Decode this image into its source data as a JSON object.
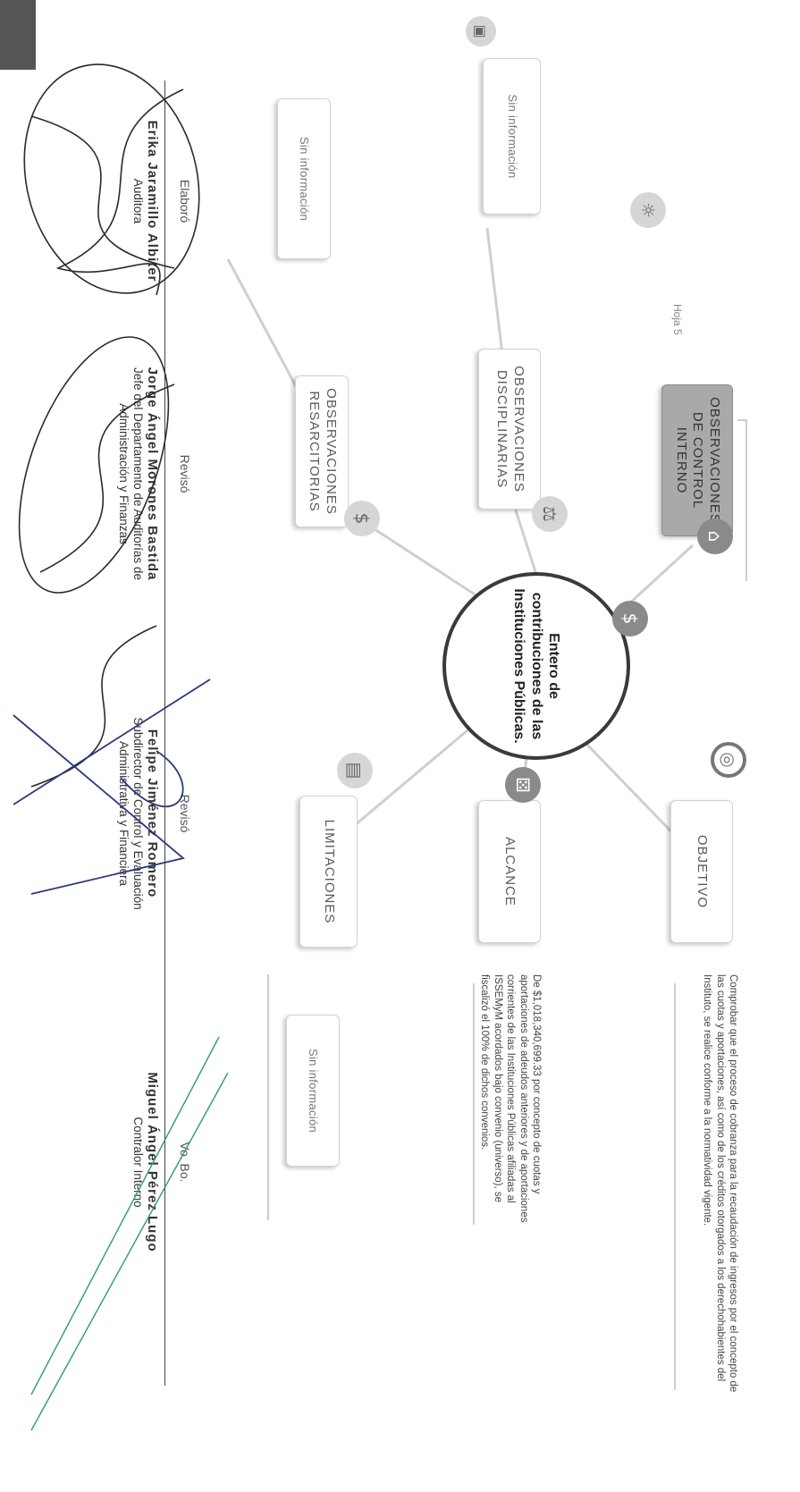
{
  "center": "Entero de contribuciones de las Instituciones Públicas.",
  "nodes": {
    "control_interno": "OBSERVACIONES DE CONTROL INTERNO",
    "disciplinarias": "OBSERVACIONES DISCIPLINARIAS",
    "resarcitorias": "OBSERVACIONES RESARCITORIAS",
    "objetivo": "OBJETIVO",
    "alcance": "ALCANCE",
    "limitaciones": "LIMITACIONES"
  },
  "info": {
    "hoja": "Hoja 5",
    "sin_info_disciplinarias": "Sin información",
    "sin_info_resarcitorias": "Sin información",
    "sin_info_limitaciones": "Sin información"
  },
  "descriptions": {
    "objetivo": "Comprobar que el proceso de cobranza para la recaudación de ingresos por el concepto de las cuotas y aportaciones, así como de los créditos otorgados a los derechohabientes del Instituto, se realice conforme a la normatividad vigente.",
    "alcance": "De $1,018,340,699.33 por concepto de cuotas y aportaciones de adeudos anteriores y de aportaciones corrientes de las Instituciones Públicas afiliadas al ISSEMyM acordados bajo convenio (universo), se fiscalizó el 100% de dichos convenios."
  },
  "icons": {
    "center": "dollar-icon",
    "control_interno": "bank-icon",
    "disciplinarias": "scale-icon",
    "resarcitorias": "money-bag-icon",
    "objetivo": "target-icon",
    "alcance": "dice-icon",
    "limitaciones": "barrier-icon",
    "sun": "sun-icon",
    "lock": "padlock-icon"
  },
  "signatures": [
    {
      "role": "Elaboró",
      "name": "Erika Jaramillo Albiter",
      "title": "Auditora"
    },
    {
      "role": "Revisó",
      "name": "Jorge Ángel Morones Bastida",
      "title": "Jefe del Departamento de Auditorías de Administración y Finanzas"
    },
    {
      "role": "Revisó",
      "name": "Felipe Jiménez Romero",
      "title": "Subdirector de Control y Evaluación Administrativa y Financiera"
    },
    {
      "role": "Vo. Bo.",
      "name": "Miguel Ángel Pérez Lugo",
      "title": "Contralor Interno"
    }
  ]
}
